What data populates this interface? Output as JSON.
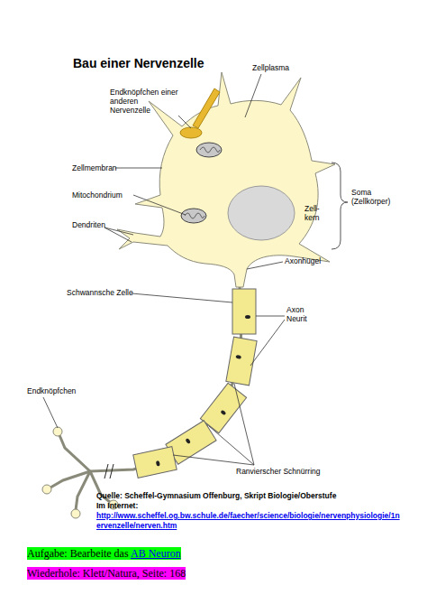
{
  "diagram": {
    "title": "Bau einer Nervenzelle",
    "nodes": [
      {
        "text": [
          "Aufgabe: Bearbeite das",
          "AB Neuron"
        ]
      },
      {
        "text": [
          "Wiederhole: Klett/Natura, Seite: 168"
        ]
      }
    ],
    "labels": [
      "Endknöpfchen einer anderen Nervenzelle",
      "Zellplasma",
      "Zellmembran",
      "Soma (Zellkörper)",
      "Mitochondrium",
      "Zell- kern",
      "Dendriten",
      "Axonhügel",
      "Schwannsche Zelle",
      "Axon Neurit",
      "Endknöpfchen",
      "Ranvierscher Schnürring",
      "Quelle: Scheffel-Gymnasium Offenburg, Skript Biologie/Oberstufe",
      "Im Internet:",
      "http://www.scheffel.og.bw.schule.de/faecher/science/biologie/nervenphysiologie/1nervenzelle/nerven.htm"
    ]
  }
}
